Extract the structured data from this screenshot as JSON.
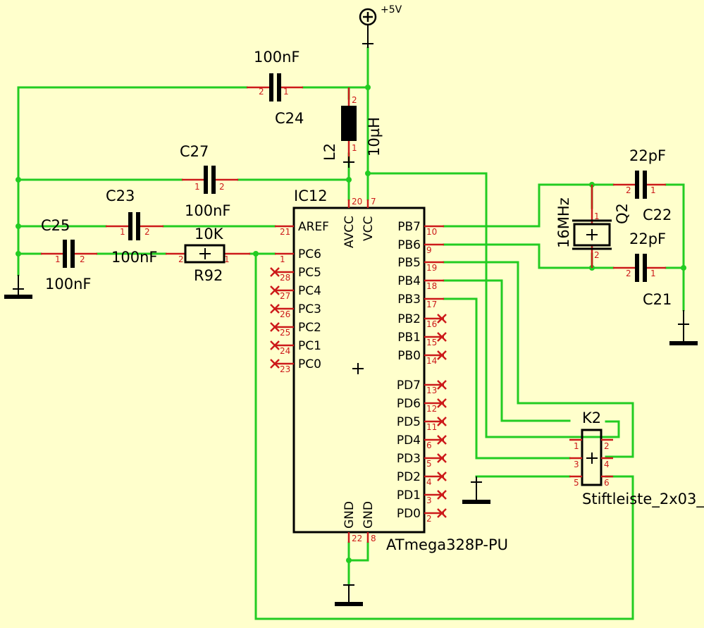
{
  "supply": {
    "label": "+5V"
  },
  "ic": {
    "name": "IC12",
    "part": "ATmega328P-PU",
    "left_pins": [
      {
        "label": "AREF",
        "num": "21",
        "nc": false
      },
      {
        "label": "PC6",
        "num": "1",
        "nc": false
      },
      {
        "label": "PC5",
        "num": "28",
        "nc": true
      },
      {
        "label": "PC4",
        "num": "27",
        "nc": true
      },
      {
        "label": "PC3",
        "num": "26",
        "nc": true
      },
      {
        "label": "PC2",
        "num": "25",
        "nc": true
      },
      {
        "label": "PC1",
        "num": "24",
        "nc": true
      },
      {
        "label": "PC0",
        "num": "23",
        "nc": true
      }
    ],
    "right_pins": [
      {
        "label": "PB7",
        "num": "10",
        "nc": false
      },
      {
        "label": "PB6",
        "num": "9",
        "nc": false
      },
      {
        "label": "PB5",
        "num": "19",
        "nc": false
      },
      {
        "label": "PB4",
        "num": "18",
        "nc": false
      },
      {
        "label": "PB3",
        "num": "17",
        "nc": false
      },
      {
        "label": "PB2",
        "num": "16",
        "nc": true
      },
      {
        "label": "PB1",
        "num": "15",
        "nc": true
      },
      {
        "label": "PB0",
        "num": "14",
        "nc": true
      },
      {
        "label": "PD7",
        "num": "13",
        "nc": true
      },
      {
        "label": "PD6",
        "num": "12",
        "nc": true
      },
      {
        "label": "PD5",
        "num": "11",
        "nc": true
      },
      {
        "label": "PD4",
        "num": "6",
        "nc": true
      },
      {
        "label": "PD3",
        "num": "5",
        "nc": true
      },
      {
        "label": "PD2",
        "num": "4",
        "nc": true
      },
      {
        "label": "PD1",
        "num": "3",
        "nc": true
      },
      {
        "label": "PD0",
        "num": "2",
        "nc": true
      }
    ],
    "top_pins": [
      {
        "label": "AVCC",
        "num": "20"
      },
      {
        "label": "VCC",
        "num": "7"
      }
    ],
    "bottom_pins": [
      {
        "label": "GND",
        "num": "22"
      },
      {
        "label": "GND",
        "num": "8"
      }
    ]
  },
  "components": {
    "c24": {
      "name": "C24",
      "value": "100nF",
      "pin1": "1",
      "pin2": "2"
    },
    "c27": {
      "name": "C27",
      "value": "100nF",
      "pin1": "1",
      "pin2": "2"
    },
    "c23": {
      "name": "C23",
      "value": "100nF",
      "pin1": "1",
      "pin2": "2"
    },
    "c25": {
      "name": "C25",
      "value": "100nF",
      "pin1": "1",
      "pin2": "2"
    },
    "r92": {
      "name": "R92",
      "value": "10K",
      "pin1": "1",
      "pin2": "2"
    },
    "l2": {
      "name": "L2",
      "value": "10µH",
      "pin1": "1",
      "pin2": "2"
    },
    "c22": {
      "name": "C22",
      "value": "22pF",
      "pin1": "1",
      "pin2": "2"
    },
    "c21": {
      "name": "C21",
      "value": "22pF",
      "pin1": "1",
      "pin2": "2"
    },
    "q2": {
      "name": "Q2",
      "value": "16MHz",
      "pin1": "1",
      "pin2": "2"
    },
    "k2": {
      "name": "K2",
      "value": "Stiftleiste_2x03_",
      "pins": [
        "1",
        "2",
        "3",
        "4",
        "5",
        "6"
      ]
    }
  },
  "colors": {
    "background": "#ffffcc",
    "wire": "#22cc22",
    "pin": "#cc1a1a",
    "body": "#000000"
  }
}
